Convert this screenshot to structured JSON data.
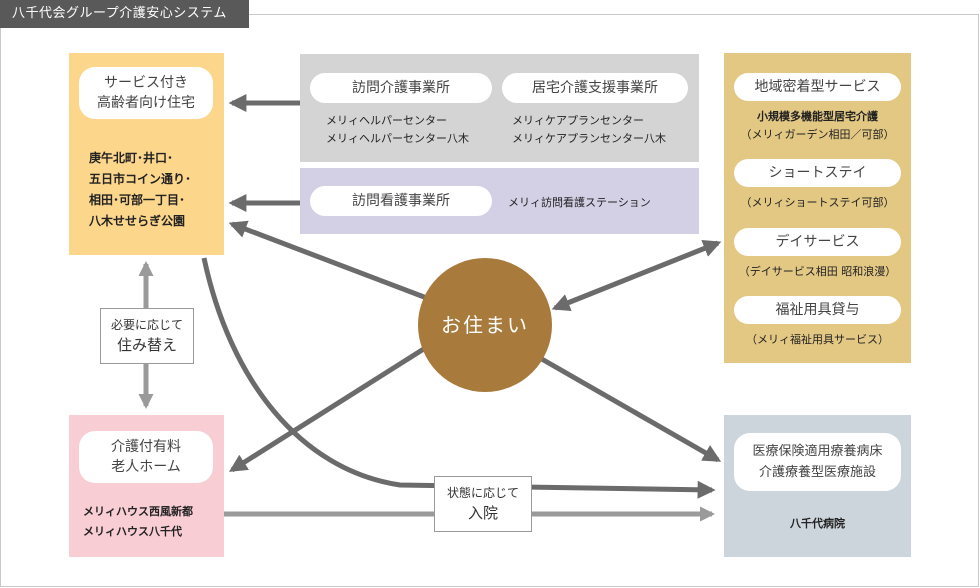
{
  "header": {
    "title": "八千代会グループ介護安心システム"
  },
  "center": {
    "label": "お住まい"
  },
  "housing": {
    "label_line1": "サービス付き",
    "label_line2": "高齢者向け住宅",
    "locations": [
      "庚午北町･井口･",
      "五日市コイン通り･",
      "相田･可部一丁目･",
      "八木せせらぎ公園"
    ]
  },
  "visit_care": {
    "label": "訪問介護事業所",
    "items": [
      "メリィヘルパーセンター",
      "メリィヘルパーセンター八木"
    ]
  },
  "home_care_support": {
    "label": "居宅介護支援事業所",
    "items": [
      "メリィケアプランセンター",
      "メリィケアプランセンター八木"
    ]
  },
  "visit_nursing": {
    "label": "訪問看護事業所",
    "item": "メリィ訪問看護ステーション"
  },
  "community": {
    "services": [
      {
        "label": "地域密着型サービス",
        "sub1": "小規模多機能型居宅介護",
        "sub2": "（メリィガーデン相田／可部）"
      },
      {
        "label": "ショートステイ",
        "sub1": "（メリィショートステイ可部）"
      },
      {
        "label": "デイサービス",
        "sub1": "（デイサービス相田 昭和浪漫）"
      },
      {
        "label": "福祉用具貸与",
        "sub1": "（メリィ福祉用具サービス）"
      }
    ]
  },
  "nursing_home": {
    "label_line1": "介護付有料",
    "label_line2": "老人ホーム",
    "items": [
      "メリィハウス西風新都",
      "メリィハウス八千代"
    ]
  },
  "hospital": {
    "label_line1": "医療保険適用療養病床",
    "label_line2": "介護療養型医療施設",
    "item": "八千代病院"
  },
  "move_note": {
    "line1": "必要に応じて",
    "line2": "住み替え"
  },
  "admit_note": {
    "line1": "状態に応じて",
    "line2": "入院"
  },
  "colors": {
    "housing_bg": "#fcd68b",
    "visit_bg": "#d4d4d4",
    "nursing_visit_bg": "#d3cfe5",
    "community_bg": "#e3c884",
    "nursing_home_bg": "#f8cdd4",
    "hospital_bg": "#cdd5dc",
    "center_circle": "#a87a3c",
    "arrow": "#6b6b6b"
  }
}
